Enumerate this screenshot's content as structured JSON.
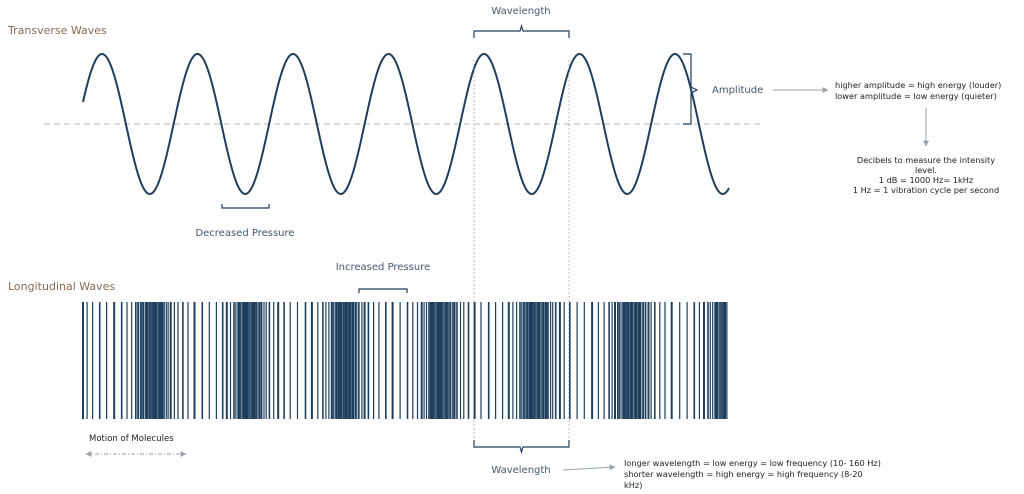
{
  "transverse": {
    "title": "Transverse Waves",
    "wavelength_label": "Wavelength",
    "amplitude_label": "Amplitude",
    "decreased_pressure_label": "Decreased Pressure",
    "amplitude_notes": [
      "higher amplitude = high energy (louder)",
      "lower amplitude = low energy (quieter)"
    ],
    "decibel_notes": [
      "Decibels to measure the intensity",
      "level.",
      "1 dB = 1000 Hz= 1kHz",
      "1 Hz = 1 vibration cycle per second"
    ]
  },
  "longitudinal": {
    "title": "Longitudinal Waves",
    "increased_pressure_label": "Increased Pressure",
    "motion_label": "Motion of Molecules",
    "wavelength_label": "Wavelength",
    "wavelength_notes": [
      "longer wavelength  = low energy = low frequency (10- 160 Hz)",
      "shorter wavelength = high energy = high frequency (8-20",
      "kHz)"
    ]
  },
  "colors": {
    "wave": "#1f3f5e",
    "title": "#8a6a52",
    "annotation": "#44586e",
    "arrow": "#9aa3ab",
    "axis": "#b8b8b8",
    "guide": "#9a9a9a"
  }
}
